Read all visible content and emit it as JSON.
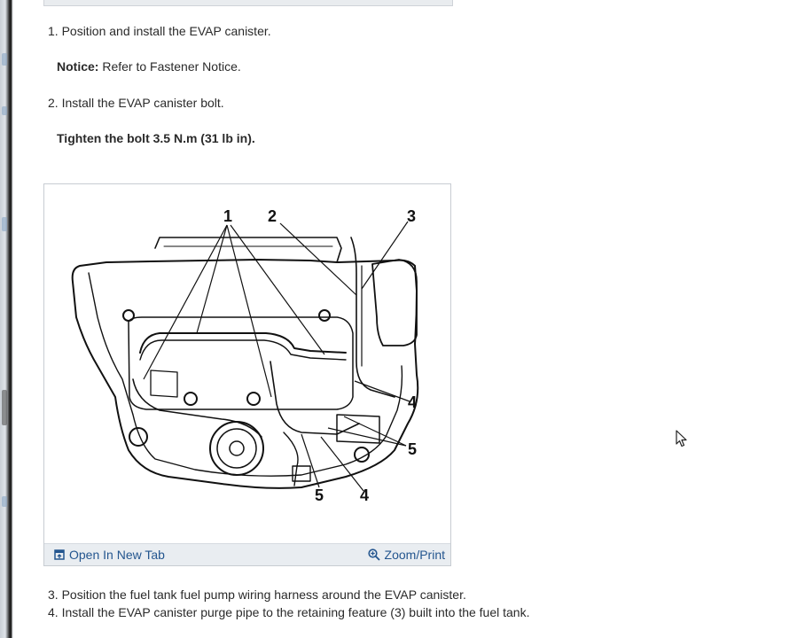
{
  "steps": {
    "step1": "1. Position and install the EVAP canister.",
    "notice_label": "Notice:",
    "notice_text": " Refer to Fastener Notice.",
    "step2": "2. Install the EVAP canister bolt.",
    "torque": "Tighten the bolt 3.5 N.m (31 lb in).",
    "step3": "3. Position the fuel tank fuel pump wiring harness around the EVAP canister.",
    "step4": "4. Install the EVAP canister purge pipe to the retaining feature (3) built into the fuel tank."
  },
  "figure": {
    "callouts": {
      "c1": "1",
      "c2": "2",
      "c3": "3",
      "c4a": "4",
      "c5a": "5",
      "c5b": "5",
      "c4b": "4"
    },
    "open_tab_label": "Open In New Tab",
    "zoom_label": "Zoom/Print",
    "open_tab_icon": "open-in-new-tab-icon",
    "zoom_icon": "magnifier-plus-icon"
  },
  "colors": {
    "link": "#24568f",
    "bar": "#e9edf1"
  }
}
